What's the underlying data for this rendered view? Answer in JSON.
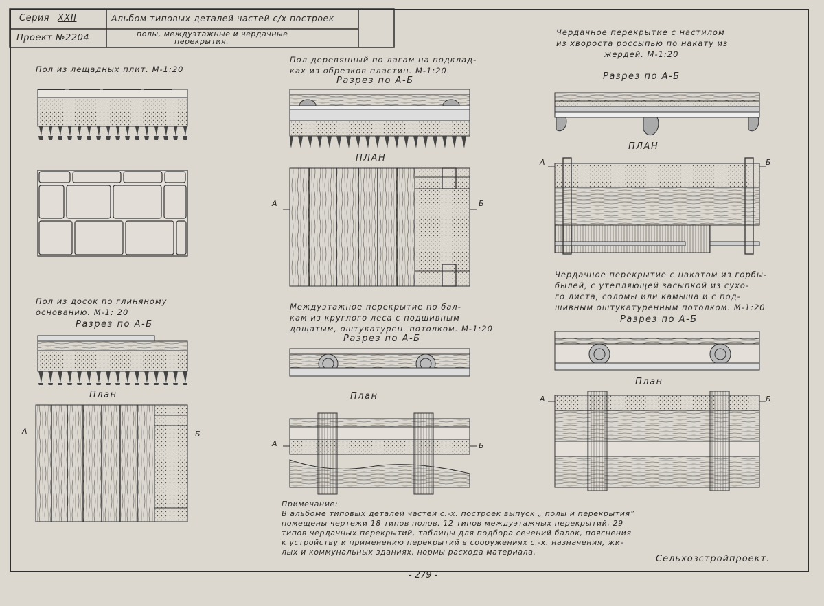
{
  "title_block": {
    "series_label": "Серия",
    "series_number": "XXII",
    "project_label": "Проект №2204",
    "album_title": "Альбом типовых деталей частей с/х построек",
    "subject_line1": "полы, междуэтажные и чердачные",
    "subject_line2": "перекрытия."
  },
  "details": {
    "slab_floor": {
      "title": "Пол из лещадных плит. М-1:20"
    },
    "board_floor_clay": {
      "title_line1": "Пол из досок по глиняному",
      "title_line2": "основанию.   М-1: 20",
      "section": "Разрез по А-Б",
      "plan": "План"
    },
    "joist_floor": {
      "title_line1": "Пол деревянный по лагам на подклад-",
      "title_line2": "ках из обрезков пластин.   М-1:20.",
      "section": "Разрез по А-Б",
      "plan": "ПЛАН"
    },
    "interfloor": {
      "title_line1": "Междуэтажное перекрытие по бал-",
      "title_line2": "кам из круглого леса с подшивным",
      "title_line3": "дощатым, оштукатурен. потолком. М-1:20",
      "section": "Разрез по А-Б",
      "plan": "План"
    },
    "attic_brush": {
      "title_line1": "Чердачное перекрытие с настилом",
      "title_line2": "из хвороста россыпью по накату из",
      "title_line3": "жердей.  М-1:20",
      "section": "Разрез по А-Б",
      "plan": "ПЛАН"
    },
    "attic_slab": {
      "title_line1": "Чердачное перекрытие с накатом из горбы-",
      "title_line2": "былей, с утепляющей засыпкой из сухо-",
      "title_line3": "го листа, соломы или камыша и с под-",
      "title_line4": "шивным оштукатуренным потолком. М-1:20",
      "section": "Разрез по А-Б",
      "plan": "План"
    }
  },
  "markers": {
    "a": "А",
    "b": "Б"
  },
  "note": {
    "heading": "Примечание:",
    "lines": [
      "В альбоме типовых деталей частей с.-х. построек выпуск „ полы и перекрытия”",
      "помещены чертежи 18 типов полов. 12 типов междуэтажных перекрытий, 29",
      "типов чердачных перекрытий, таблицы для подбора сечений балок, пояснения",
      "к устройству и применению перекрытий в сооружениях с.-х. назначения, жи-",
      "лых и коммунальных зданиях, нормы расхода материала."
    ]
  },
  "organization": "Сельхозстройпроект.",
  "page_number": "- 279 -"
}
